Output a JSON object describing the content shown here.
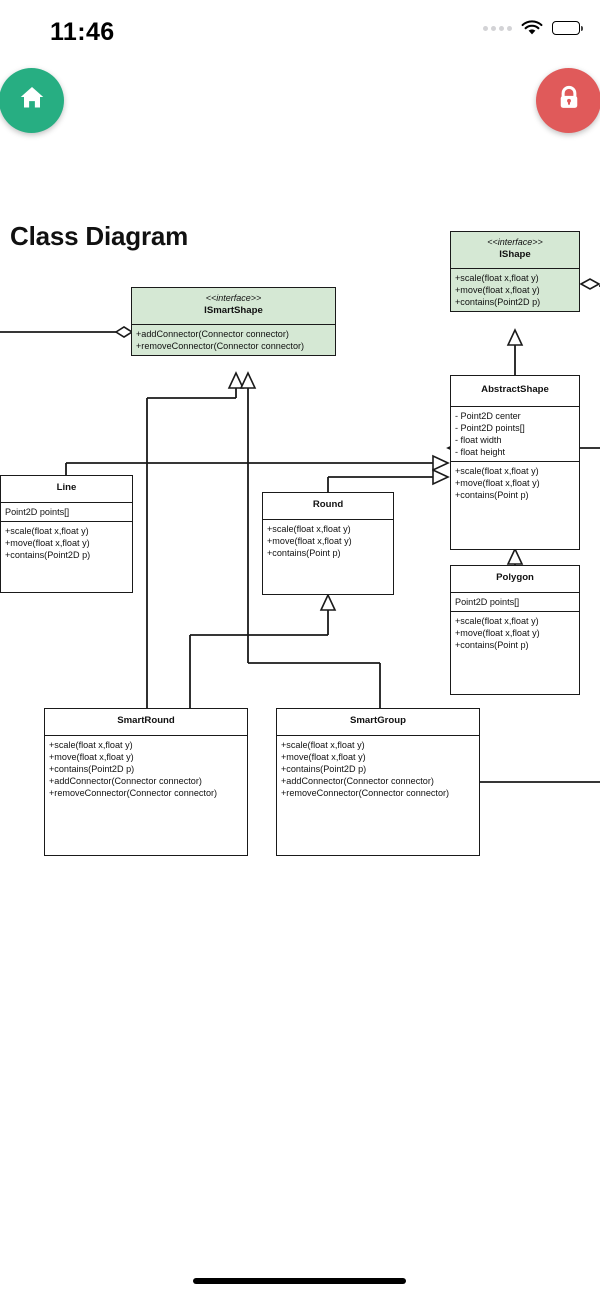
{
  "status_bar": {
    "time": "11:46",
    "signal_dots_icon": "signal-dots-icon",
    "wifi_icon": "wifi-icon",
    "battery_icon": "battery-full-icon"
  },
  "buttons": {
    "home": {
      "icon": "home-icon",
      "color": "#27ae82",
      "label": ""
    },
    "lock": {
      "icon": "lock-icon",
      "color": "#e05a5a",
      "label": ""
    }
  },
  "page": {
    "title": "Class Diagram"
  },
  "diagram": {
    "type": "uml-class-diagram",
    "interface_fill": "#d5e8d4",
    "class_fill": "#ffffff",
    "stroke": "#1a1a1a",
    "classes": [
      {
        "id": "ISmartShape",
        "stereotype": "<<interface>>",
        "name": "ISmartShape",
        "kind": "interface",
        "attributes": [],
        "methods": [
          "+addConnector(Connector connector)",
          "+removeConnector(Connector connector)"
        ]
      },
      {
        "id": "IShape",
        "stereotype": "<<interface>>",
        "name": "IShape",
        "kind": "interface",
        "attributes": [],
        "methods": [
          "+scale(float x,float y)",
          "+move(float x,float y)",
          "+contains(Point2D p)"
        ]
      },
      {
        "id": "AbstractShape",
        "stereotype": "",
        "name": "AbstractShape",
        "kind": "abstract-class",
        "attributes": [
          "-  Point2D center",
          "-  Point2D points[]",
          "-  float width",
          "-  float height"
        ],
        "methods": [
          "+scale(float x,float y)",
          "+move(float x,float y)",
          "+contains(Point p)"
        ]
      },
      {
        "id": "Line",
        "stereotype": "",
        "name": "Line",
        "kind": "class",
        "attributes": [
          "Point2D points[]"
        ],
        "methods": [
          "+scale(float x,float y)",
          "+move(float x,float y)",
          "+contains(Point2D p)"
        ]
      },
      {
        "id": "Round",
        "stereotype": "",
        "name": "Round",
        "kind": "class",
        "attributes": [],
        "methods": [
          "+scale(float x,float y)",
          "+move(float x,float y)",
          "+contains(Point p)"
        ]
      },
      {
        "id": "Polygon",
        "stereotype": "",
        "name": "Polygon",
        "kind": "class",
        "attributes": [
          "Point2D points[]"
        ],
        "methods": [
          "+scale(float x,float y)",
          "+move(float x,float y)",
          "+contains(Point p)"
        ]
      },
      {
        "id": "SmartRound",
        "stereotype": "",
        "name": "SmartRound",
        "kind": "class",
        "attributes": [],
        "methods": [
          "+scale(float x,float y)",
          "+move(float x,float y)",
          "+contains(Point2D p)",
          "+addConnector(Connector connector)",
          "+removeConnector(Connector connector)"
        ]
      },
      {
        "id": "SmartGroup",
        "stereotype": "",
        "name": "SmartGroup",
        "kind": "class",
        "attributes": [],
        "methods": [
          "+scale(float x,float y)",
          "+move(float x,float y)",
          "+contains(Point2D p)",
          "+addConnector(Connector connector)",
          "+removeConnector(Connector connector)"
        ]
      }
    ],
    "relationships": [
      {
        "from": "SmartRound",
        "to": "ISmartShape",
        "type": "realization"
      },
      {
        "from": "SmartGroup",
        "to": "ISmartShape",
        "type": "realization"
      },
      {
        "from": "AbstractShape",
        "to": "IShape",
        "type": "realization"
      },
      {
        "from": "Line",
        "to": "AbstractShape",
        "type": "generalization"
      },
      {
        "from": "Round",
        "to": "AbstractShape",
        "type": "generalization"
      },
      {
        "from": "Polygon",
        "to": "AbstractShape",
        "type": "generalization"
      },
      {
        "from": "SmartRound",
        "to": "Round",
        "type": "generalization"
      },
      {
        "from": "offscreen-left",
        "to": "ISmartShape",
        "type": "aggregation"
      },
      {
        "from": "IShape",
        "to": "offscreen-right",
        "type": "aggregation"
      },
      {
        "from": "offscreen-right",
        "to": "AbstractShape",
        "type": "generalization"
      }
    ]
  }
}
